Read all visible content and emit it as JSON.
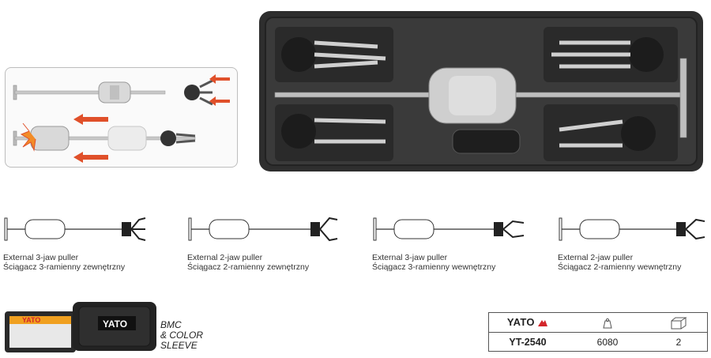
{
  "usage_diagram": {},
  "variants": [
    {
      "line_en": "External 3-jaw puller",
      "line_pl": "Ściągacz 3-ramienny zewnętrzny"
    },
    {
      "line_en": "External 2-jaw puller",
      "line_pl": "Ściągacz 2-ramienny zewnętrzny"
    },
    {
      "line_en": "External 3-jaw puller",
      "line_pl": "Ściągacz 3-ramienny wewnętrzny"
    },
    {
      "line_en": "External 2-jaw puller",
      "line_pl": "Ściągacz 2-ramienny wewnętrzny"
    }
  ],
  "packaging": {
    "brand_on_box": "YATO",
    "text_line1": "BMC",
    "text_line2": "& COLOR",
    "text_line3": "SLEEVE"
  },
  "product_table": {
    "brand": "YATO",
    "code": "YT-2540",
    "weight_value": "6080",
    "quantity_value": "2",
    "weight_icon": "weight-icon",
    "box_icon": "box-icon"
  },
  "colors": {
    "arrow": "#e0502a",
    "case": "#2e2e2e",
    "brand_red": "#d3252a"
  }
}
